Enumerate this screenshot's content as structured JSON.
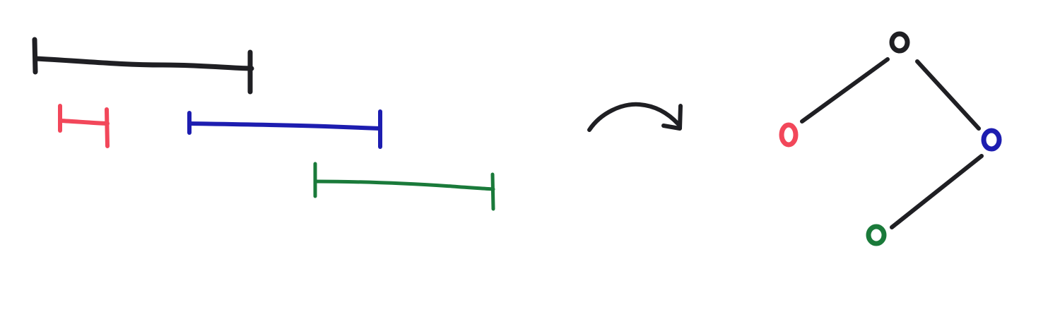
{
  "colors": {
    "black": "#1f1f23",
    "red": "#f2475a",
    "blue": "#1d1db0",
    "green": "#1a7a3a",
    "background": "#ffffff"
  },
  "intervals": [
    {
      "name": "black",
      "color_key": "black"
    },
    {
      "name": "red",
      "color_key": "red"
    },
    {
      "name": "blue",
      "color_key": "blue"
    },
    {
      "name": "green",
      "color_key": "green"
    }
  ],
  "tree": {
    "nodes": [
      {
        "name": "root",
        "color_key": "black"
      },
      {
        "name": "red",
        "color_key": "red"
      },
      {
        "name": "blue",
        "color_key": "blue"
      },
      {
        "name": "green",
        "color_key": "green"
      }
    ],
    "edges": [
      {
        "from": "root",
        "to": "red"
      },
      {
        "from": "root",
        "to": "blue"
      },
      {
        "from": "blue",
        "to": "green"
      }
    ]
  },
  "arrow": {
    "icon": "curved-arrow-right-icon"
  }
}
